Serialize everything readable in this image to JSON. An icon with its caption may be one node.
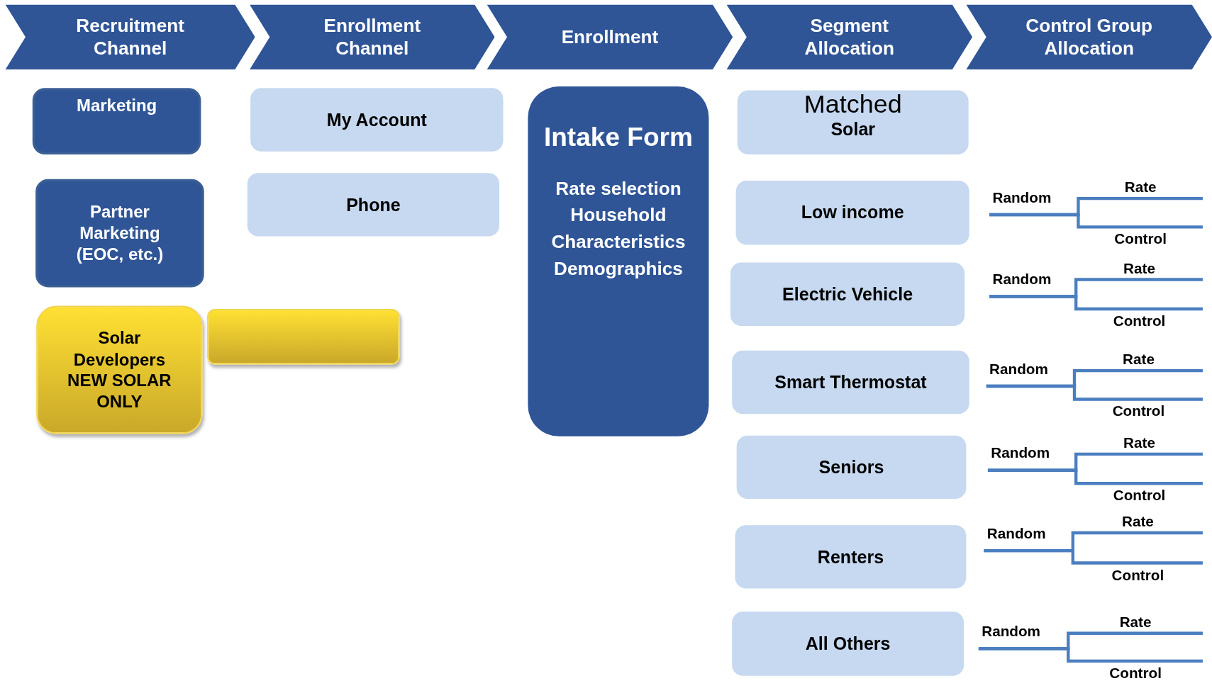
{
  "diagram": {
    "nodes": [
      {
        "text": [
          "Recruitment Channel"
        ]
      },
      {
        "text": [
          "Enrollment Channel"
        ]
      },
      {
        "text": [
          "Enrollment"
        ]
      },
      {
        "text": [
          "Segment Allocation"
        ]
      },
      {
        "text": [
          "Control Group Allocation"
        ]
      },
      {
        "text": [
          "Marketing"
        ]
      },
      {
        "text": [
          "Partner Marketing (EOC, etc.)"
        ]
      },
      {
        "text": [
          "Solar Developers NEW SOLAR ONLY"
        ]
      },
      {
        "text": [],
        "shape": "box"
      },
      {
        "text": [
          "My Account"
        ]
      },
      {
        "text": [
          "Phone"
        ]
      },
      {
        "text": [
          "Intake Form",
          "Rate selection Household Characteristics Demographics"
        ]
      },
      {
        "text": [
          "Matched",
          "Solar"
        ]
      },
      {
        "text": [
          "Low income"
        ]
      },
      {
        "text": [
          "Electric Vehicle"
        ]
      },
      {
        "text": [
          "Smart Thermostat"
        ]
      },
      {
        "text": [
          "Seniors"
        ]
      },
      {
        "text": [
          "Renters"
        ]
      },
      {
        "text": [
          "All Others"
        ]
      },
      {
        "text": [
          "Random"
        ]
      },
      {
        "text": [
          "Rate"
        ]
      },
      {
        "text": [
          "Control"
        ]
      },
      {
        "text": [
          "Random"
        ]
      },
      {
        "text": [
          "Rate"
        ]
      },
      {
        "text": [
          "Control"
        ]
      },
      {
        "text": [
          "Random"
        ]
      },
      {
        "text": [
          "Rate"
        ]
      },
      {
        "text": [
          "Control"
        ]
      },
      {
        "text": [
          "Random"
        ]
      },
      {
        "text": [
          "Rate"
        ]
      },
      {
        "text": [
          "Control"
        ]
      },
      {
        "text": [
          "Random"
        ]
      },
      {
        "text": [
          "Rate"
        ]
      },
      {
        "text": [
          "Control"
        ]
      },
      {
        "text": [
          "Random"
        ]
      },
      {
        "text": [
          "Rate"
        ]
      },
      {
        "text": [
          "Control"
        ]
      }
    ],
    "edges": [
      {
        "from": 19,
        "to": 20,
        "arrow": "none"
      },
      {
        "from": 19,
        "to": 21,
        "arrow": "none"
      },
      {
        "from": 22,
        "to": 23,
        "arrow": "none"
      },
      {
        "from": 22,
        "to": 24,
        "arrow": "none"
      },
      {
        "from": 25,
        "to": 26,
        "arrow": "none"
      },
      {
        "from": 25,
        "to": 27,
        "arrow": "none"
      },
      {
        "from": 28,
        "to": 29,
        "arrow": "none"
      },
      {
        "from": 28,
        "to": 30,
        "arrow": "none"
      },
      {
        "from": 31,
        "to": 32,
        "arrow": "none"
      },
      {
        "from": 31,
        "to": 33,
        "arrow": "none"
      },
      {
        "from": 34,
        "to": 35,
        "arrow": "none"
      },
      {
        "from": 34,
        "to": 36,
        "arrow": "none"
      }
    ]
  }
}
